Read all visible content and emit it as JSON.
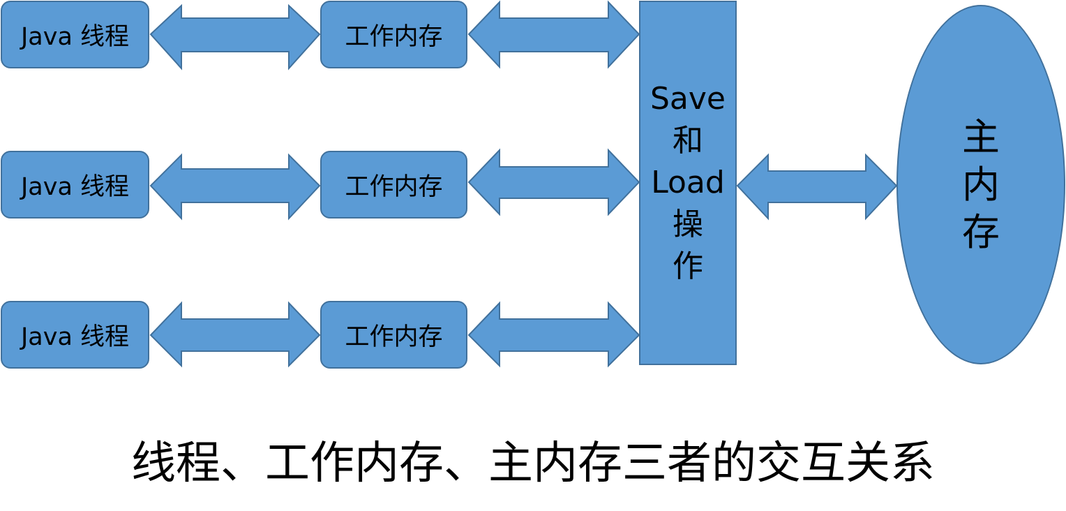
{
  "diagram": {
    "threads": [
      {
        "label": "Java 线程",
        "work_memory": "工作内存"
      },
      {
        "label": "Java 线程",
        "work_memory": "工作内存"
      },
      {
        "label": "Java 线程",
        "work_memory": "工作内存"
      }
    ],
    "operations_lines": [
      "Save",
      "和",
      "Load",
      "操",
      "作"
    ],
    "main_memory": "主内存",
    "caption": "线程、工作内存、主内存三者的交互关系"
  },
  "colors": {
    "fill": "#5b9bd5",
    "stroke": "#41719c"
  }
}
